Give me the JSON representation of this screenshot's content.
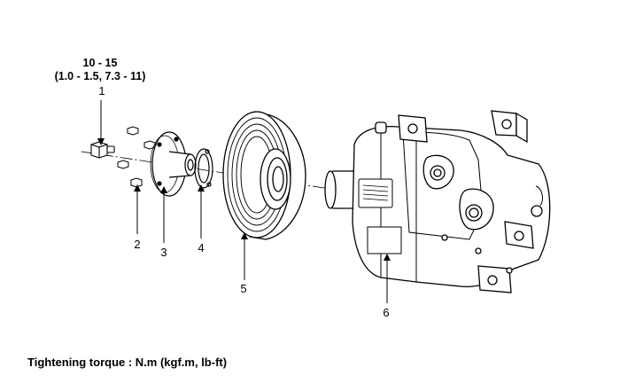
{
  "torque_spec": {
    "line1": "10 - 15",
    "line2": "(1.0 - 1.5, 7.3 - 11)"
  },
  "callouts": [
    "1",
    "2",
    "3",
    "4",
    "5",
    "6"
  ],
  "footer": "Tightening torque : N.m (kgf.m, lb-ft)"
}
